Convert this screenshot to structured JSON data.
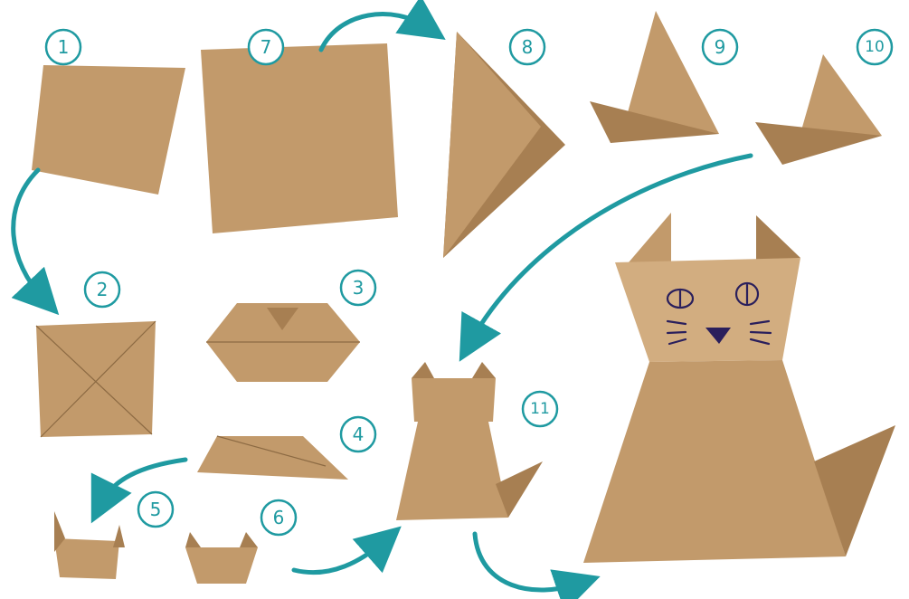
{
  "colors": {
    "accent": "#1f9aa1",
    "paper": "#c29a6b",
    "paper_dark": "#a77f52",
    "paper_light": "#d2ad80",
    "ink": "#2a1f5c"
  },
  "steps": [
    {
      "label": "1"
    },
    {
      "label": "2"
    },
    {
      "label": "3"
    },
    {
      "label": "4"
    },
    {
      "label": "5"
    },
    {
      "label": "6"
    },
    {
      "label": "7"
    },
    {
      "label": "8"
    },
    {
      "label": "9"
    },
    {
      "label": "10"
    },
    {
      "label": "11"
    }
  ]
}
